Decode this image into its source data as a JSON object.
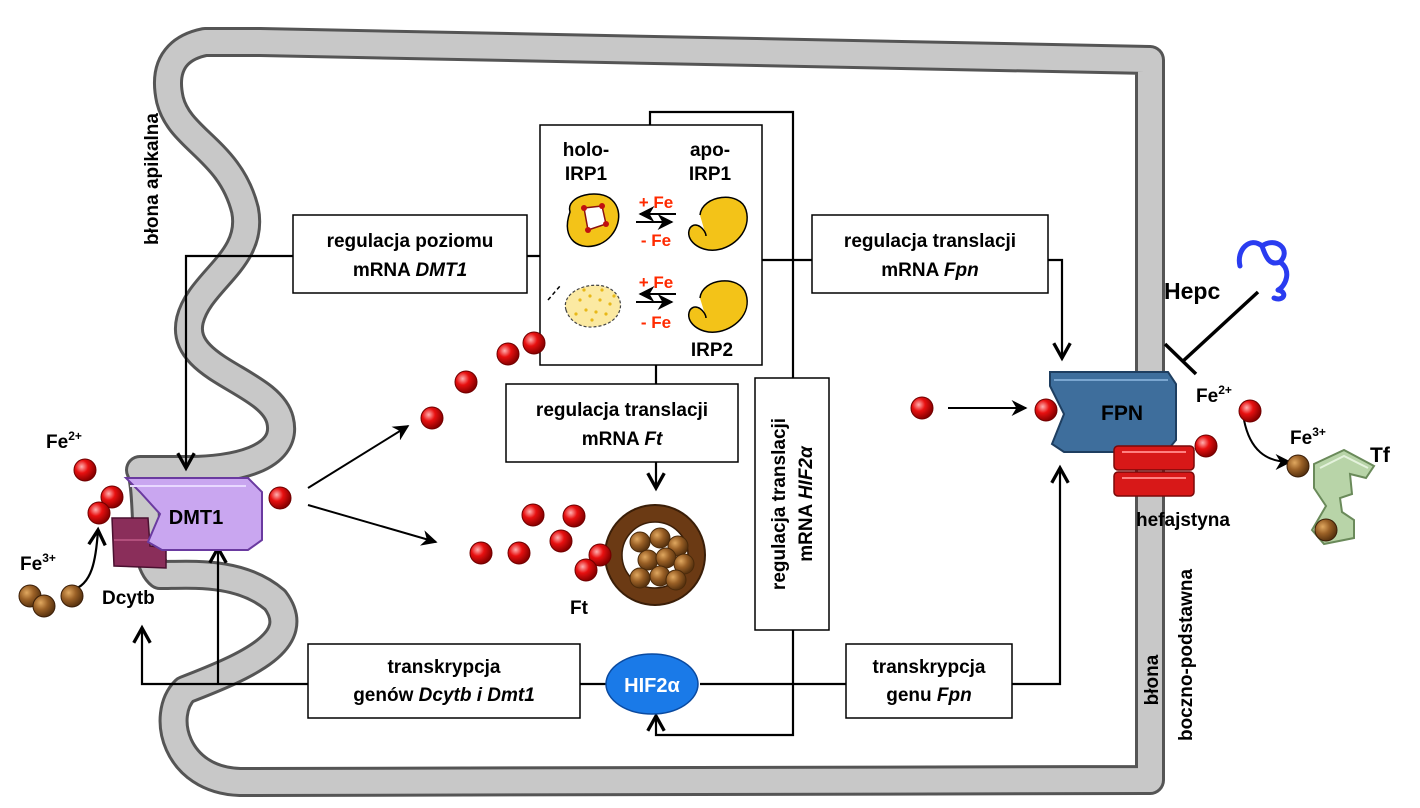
{
  "labels": {
    "apical_membrane": "błona apikalna",
    "basolateral_l1": "błona",
    "basolateral_l2": "boczno-podstawna",
    "holo_l1": "holo-",
    "holo_l2": "IRP1",
    "apo_l1": "apo-",
    "apo_l2": "IRP1",
    "irp2": "IRP2",
    "plus_fe": "+ Fe",
    "minus_fe": "- Fe",
    "dmt1": "DMT1",
    "dcytb": "Dcytb",
    "fpn": "FPN",
    "hefajstyna": "hefajstyna",
    "hepc": "Hepc",
    "tf": "Tf",
    "ft": "Ft",
    "hif": "HIF2α",
    "fe2_left_base": "Fe",
    "fe2_left_sup": "2+",
    "fe3_left_base": "Fe",
    "fe3_left_sup": "3+",
    "fe2_right_base": "Fe",
    "fe2_right_sup": "2+",
    "fe3_right_base": "Fe",
    "fe3_right_sup": "3+"
  },
  "boxes": {
    "dmt1_reg_l1": "regulacja poziomu",
    "dmt1_reg_l2a": "mRNA ",
    "dmt1_reg_l2b": "DMT1",
    "fpn_reg_l1": "regulacja translacji",
    "fpn_reg_l2a": "mRNA ",
    "fpn_reg_l2b": "Fpn",
    "ft_reg_l1": "regulacja translacji",
    "ft_reg_l2a": "mRNA ",
    "ft_reg_l2b": "Ft",
    "hif_reg_l1": "regulacja translacji",
    "hif_reg_l2a": "mRNA ",
    "hif_reg_l2b": "HIF2α",
    "dcytb_tr_l1": "transkrypcja",
    "dcytb_tr_l2a": "genów ",
    "dcytb_tr_l2b": "Dcytb i Dmt1",
    "fpn_tr_l1": "transkrypcja",
    "fpn_tr_l2a": "genu ",
    "fpn_tr_l2b": "Fpn"
  },
  "colors": {
    "membrane": "#c8c8c8",
    "membrane_edge": "#555555",
    "dmt1": "#c9a6f0",
    "dcytb": "#8a2e5a",
    "fpn": "#3e6e9c",
    "hefajstyna": "#d81818",
    "hif": "#1a7ae8",
    "ferritin": "#6b3a14",
    "iron_core": "#9a6026",
    "fe_ball": "#e01010",
    "irp": "#f3c318",
    "transferrin": "#b8d4a8",
    "hepcidin": "#2a3cf0",
    "fe_text": "#ff2a00"
  }
}
